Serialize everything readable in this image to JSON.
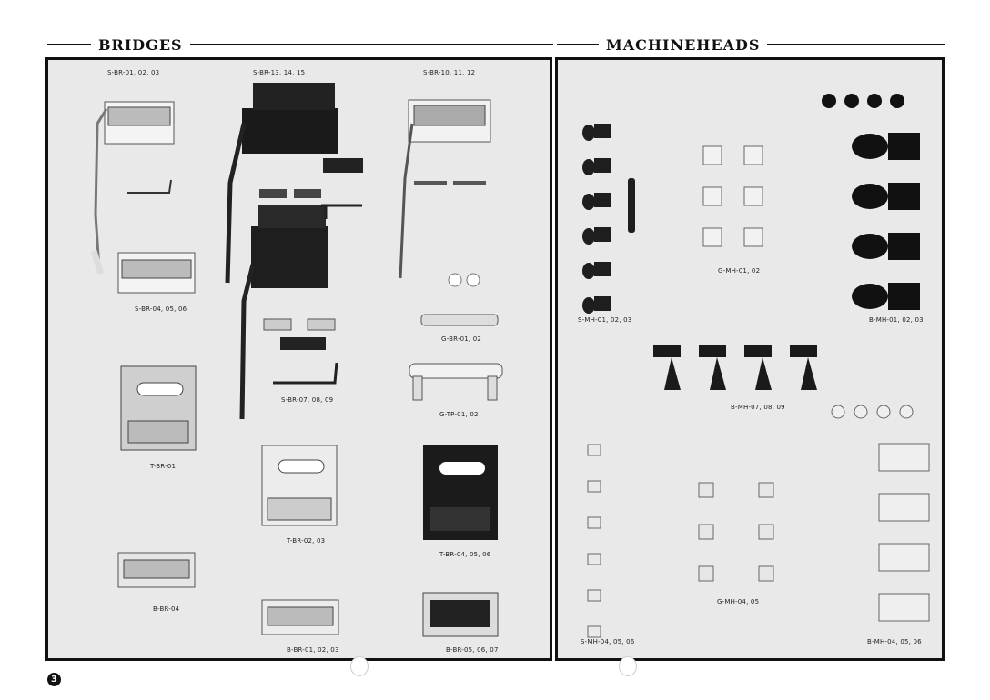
{
  "headers": {
    "bridges": "BRIDGES",
    "machineheads": "MACHINEHEADS"
  },
  "bridges": {
    "s_br_01": "S-BR-01, 02, 03",
    "s_br_13": "S-BR-13, 14, 15",
    "s_br_10": "S-BR-10, 11, 12",
    "s_br_04": "S-BR-04, 05, 06",
    "g_br_01": "G-BR-01, 02",
    "s_br_07": "S-BR-07, 08, 09",
    "g_tp_01": "G-TP-01, 02",
    "t_br_01": "T-BR-01",
    "t_br_02": "T-BR-02, 03",
    "t_br_04": "T-BR-04, 05, 06",
    "b_br_04": "B-BR-04",
    "b_br_01": "B-BR-01, 02, 03",
    "b_br_05": "B-BR-05, 06, 07"
  },
  "machineheads": {
    "s_mh_01": "S-MH-01, 02, 03",
    "g_mh_01": "G-MH-01, 02",
    "b_mh_01": "B-MH-01, 02, 03",
    "b_mh_07": "B-MH-07, 08, 09",
    "s_mh_04": "S-MH-04, 05, 06",
    "g_mh_04": "G-MH-04, 05",
    "b_mh_04": "B-MH-04, 05, 06"
  },
  "page_number": "3"
}
